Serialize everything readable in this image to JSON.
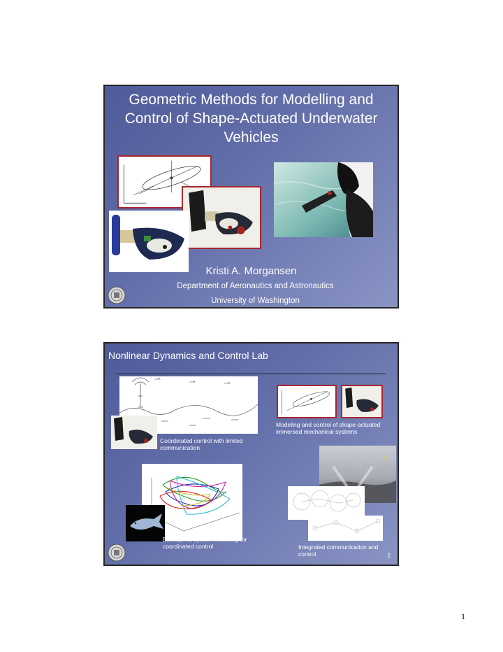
{
  "slide1": {
    "title": "Geometric Methods for Modelling and Control of Shape-Actuated Underwater Vehicles",
    "author": "Kristi A. Morgansen",
    "department": "Department of Aeronautics and Astronautics",
    "university": "University of Washington"
  },
  "slide2": {
    "title": "Nonlinear Dynamics and Control Lab",
    "captions": {
      "modeling": "Modeling and control of shape-actuated immersed mechanical systems",
      "coordinated": "Coordinated control with limited communication",
      "bioinspired": "Bioinspired system modeling for coordinated control",
      "integrated": "Integrated communication and control"
    },
    "slide_number": "2"
  },
  "page_number": "1",
  "colors": {
    "slide_bg_dark": "#4f5a9a",
    "slide_bg_light": "#8a94c4",
    "photo_frame": "#a8262f",
    "text": "#ffffff"
  }
}
